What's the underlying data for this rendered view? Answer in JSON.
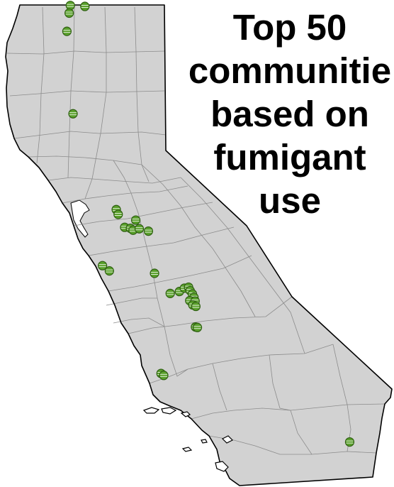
{
  "title": {
    "lines": [
      "Top 50",
      "communitie",
      "based on",
      "fumigant",
      "use"
    ]
  },
  "map": {
    "region": "California",
    "land_color": "#d2d2d2",
    "border_color": "#000000",
    "county_line_color": "#8c8c8c",
    "marker_color": "#5aa02c",
    "marker_outline": "#2f5f12",
    "communities": [
      {
        "lat": 41.99,
        "lon": -122.64
      },
      {
        "lat": 41.97,
        "lon": -122.26
      },
      {
        "lat": 41.83,
        "lon": -122.67
      },
      {
        "lat": 41.45,
        "lon": -122.73
      },
      {
        "lat": 39.73,
        "lon": -122.57
      },
      {
        "lat": 37.73,
        "lon": -121.44
      },
      {
        "lat": 37.63,
        "lon": -121.39
      },
      {
        "lat": 37.51,
        "lon": -120.93
      },
      {
        "lat": 37.36,
        "lon": -121.22
      },
      {
        "lat": 37.34,
        "lon": -121.07
      },
      {
        "lat": 37.3,
        "lon": -121.0
      },
      {
        "lat": 37.33,
        "lon": -120.84
      },
      {
        "lat": 37.28,
        "lon": -120.6
      },
      {
        "lat": 36.56,
        "lon": -121.8
      },
      {
        "lat": 36.45,
        "lon": -121.62
      },
      {
        "lat": 36.4,
        "lon": -120.44
      },
      {
        "lat": 35.98,
        "lon": -120.03
      },
      {
        "lat": 36.02,
        "lon": -119.79
      },
      {
        "lat": 36.09,
        "lon": -119.66
      },
      {
        "lat": 36.11,
        "lon": -119.55
      },
      {
        "lat": 36.04,
        "lon": -119.51
      },
      {
        "lat": 35.97,
        "lon": -119.45
      },
      {
        "lat": 35.9,
        "lon": -119.41
      },
      {
        "lat": 35.83,
        "lon": -119.52
      },
      {
        "lat": 35.82,
        "lon": -119.38
      },
      {
        "lat": 35.74,
        "lon": -119.44
      },
      {
        "lat": 35.71,
        "lon": -119.36
      },
      {
        "lat": 35.28,
        "lon": -119.37
      },
      {
        "lat": 35.27,
        "lon": -119.32
      },
      {
        "lat": 34.31,
        "lon": -120.27
      },
      {
        "lat": 34.27,
        "lon": -120.2
      },
      {
        "lat": 32.88,
        "lon": -115.34
      }
    ]
  }
}
